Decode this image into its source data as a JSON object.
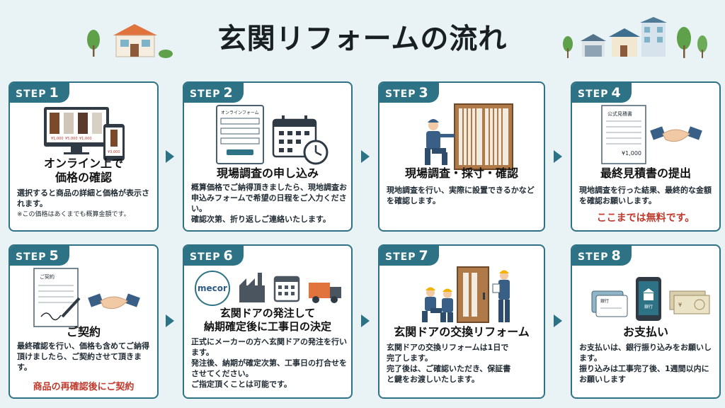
{
  "title": "玄関リフォームの流れ",
  "step_label": "STEP",
  "steps": [
    {
      "num": "1",
      "title": "オンライン上で\n価格の確認",
      "body": "選択すると商品の詳細と価格が表示されます。",
      "note": "※この価格はあくまでも概算金額です。",
      "illus": {
        "prices": [
          "¥1,000",
          "¥5,000",
          "¥1,000",
          "¥3,000"
        ]
      }
    },
    {
      "num": "2",
      "title": "現場調査の申し込み",
      "body": "概算価格でご納得頂きましたら、現地調査お申込みフォームで希望の日程をご入力ください。\n確認次第、折り返しご連絡いたします。",
      "illus": {
        "form_label": "オンラインフォーム"
      }
    },
    {
      "num": "3",
      "title": "現場調査・採寸・確認",
      "body": "現地調査を行い、実際に設置できるかなどを確認します。"
    },
    {
      "num": "4",
      "title": "最終見積書の提出",
      "body": "現地調査を行った結果、最終的な金額を確認お願いします。",
      "highlight": "ここまでは無料です。",
      "illus": {
        "doc_label": "公式見積書",
        "amount": "¥1,000"
      }
    },
    {
      "num": "5",
      "title": "ご契約",
      "body": "最終確認を行い、価格も含めてご納得頂けましたら、ご契約させて頂きます。",
      "highlight": "商品の再確認後にご契約",
      "illus": {
        "doc_label": "ご契約"
      }
    },
    {
      "num": "6",
      "title": "玄関ドアの発注して\n納期確定後に工事日の決定",
      "body": "正式にメーカーの方へ玄関ドアの発注を行います。\n発注後、納期が確定次第、工事日の打合せをさせてください。\nご指定頂くことは可能です。",
      "illus": {
        "logo": "mecor"
      }
    },
    {
      "num": "7",
      "title": "玄関ドアの交換リフォーム",
      "body": "玄関ドアの交換リフォームは1日で完了します。\n完了後は、ご確認いただき、保証書と鍵をお渡しいたします。"
    },
    {
      "num": "8",
      "title": "お支払い",
      "body": "お支払いは、銀行振り込みをお願いします。\n振り込みは工事完了後、1週間以内にお願いします",
      "illus": {
        "card_label": "銀行",
        "bank_label": "銀行",
        "bill_label": "¥"
      }
    }
  ],
  "colors": {
    "accent": "#2d7385",
    "highlight": "#c0392b",
    "background": "#e9f2f4"
  }
}
